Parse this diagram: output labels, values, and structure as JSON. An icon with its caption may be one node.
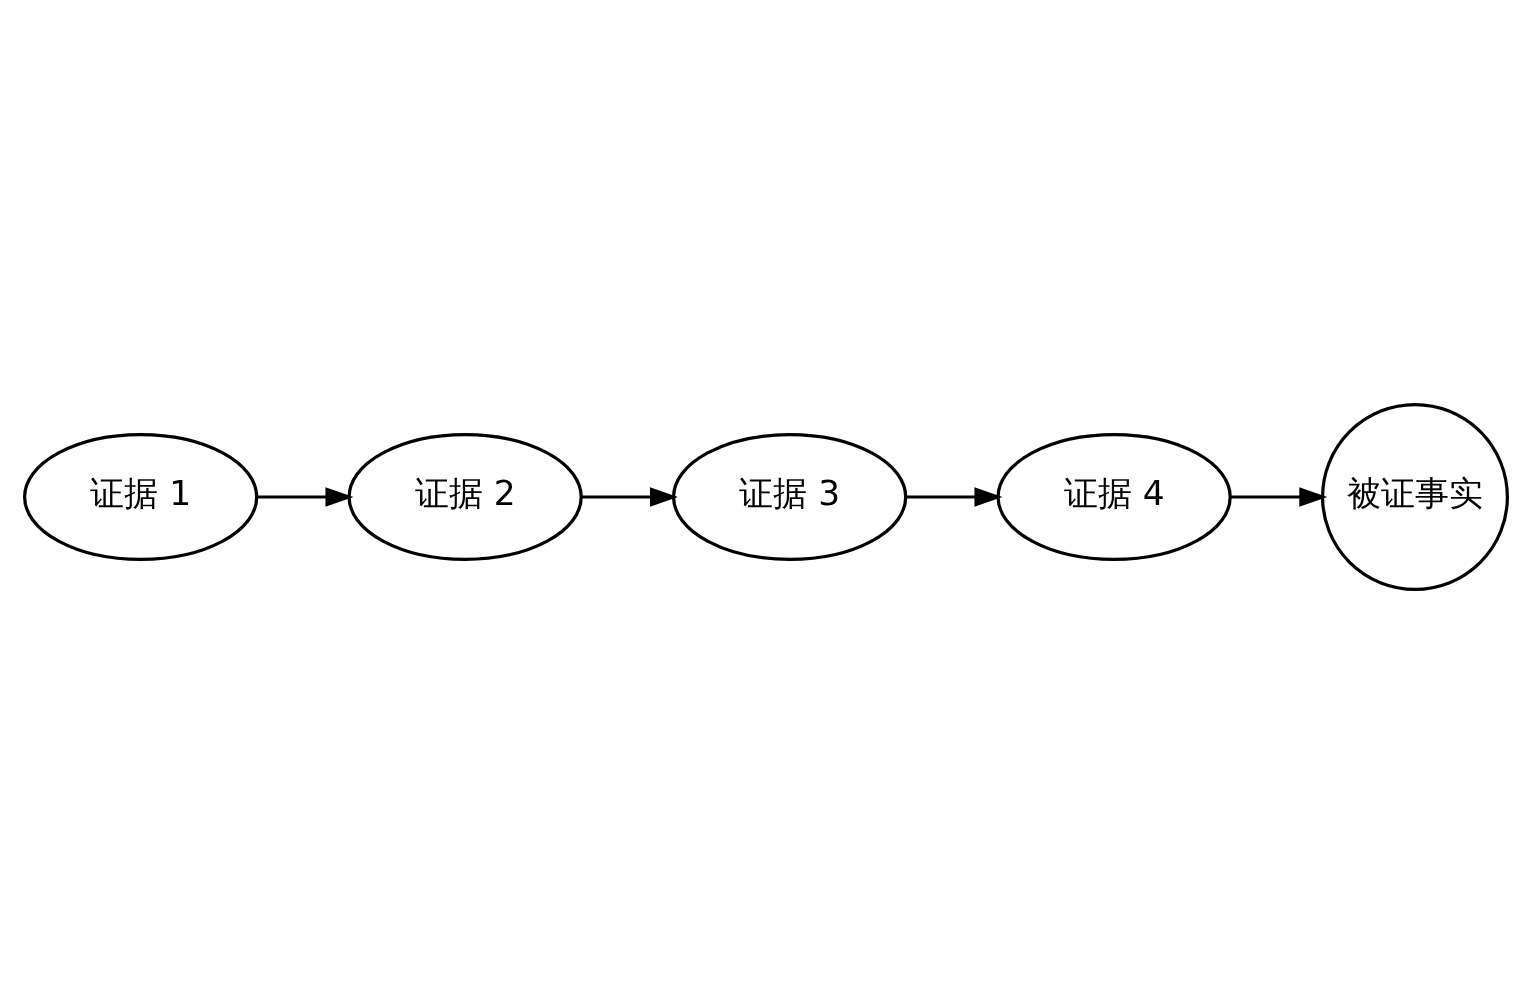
{
  "diagram": {
    "nodes": [
      {
        "text": [
          "证据 1"
        ]
      },
      {
        "text": [
          "证据 2"
        ]
      },
      {
        "text": [
          "证据 3"
        ]
      },
      {
        "text": [
          "证据 4"
        ]
      },
      {
        "text": [
          "被证事实"
        ]
      }
    ],
    "edges": [
      {
        "from": 0,
        "to": 1,
        "arrow": "to"
      },
      {
        "from": 1,
        "to": 2,
        "arrow": "to"
      },
      {
        "from": 2,
        "to": 3,
        "arrow": "to"
      },
      {
        "from": 3,
        "to": 4,
        "arrow": "to"
      }
    ]
  }
}
